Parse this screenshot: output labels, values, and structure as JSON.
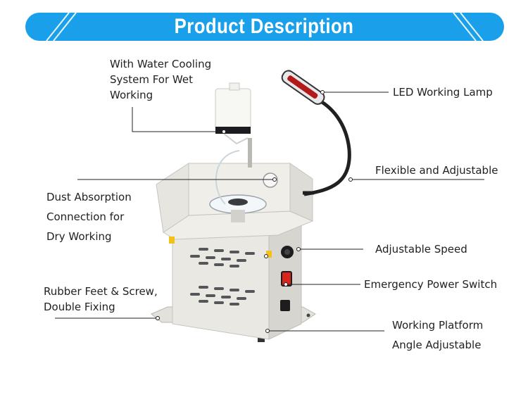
{
  "banner": {
    "title": "Product Description",
    "color": "#1aa0ea"
  },
  "callouts": {
    "water_cooling": [
      "With Water Cooling",
      "System For Wet",
      "Working"
    ],
    "led_lamp": "LED Working Lamp",
    "flexible": "Flexible and Adjustable",
    "dust": [
      "Dust Absorption",
      "Connection for",
      "Dry Working"
    ],
    "speed": "Adjustable Speed",
    "emergency": "Emergency Power Switch",
    "rubber_feet": [
      "Rubber Feet & Screw,",
      "Double Fixing"
    ],
    "platform": [
      "Working Platform",
      "Angle Adjustable"
    ]
  },
  "colors": {
    "machine_body": "#e9e8e2",
    "machine_shadow": "#cfcec8",
    "switch_red": "#d9261c",
    "knob_yellow": "#f2c21b",
    "line": "#222222"
  }
}
